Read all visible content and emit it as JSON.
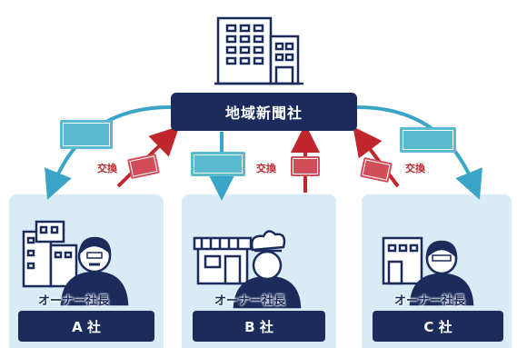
{
  "hub": {
    "label": "地域新聞社"
  },
  "exchange_label": "交換",
  "companies": [
    {
      "owner_label": "オーナー社長",
      "name": "A 社"
    },
    {
      "owner_label": "オーナー社長",
      "name": "B 社"
    },
    {
      "owner_label": "オーナー社長",
      "name": "C 社"
    }
  ],
  "colors": {
    "navy": "#1b2c5c",
    "teal": "#3aa5c7",
    "red": "#c0272d",
    "panel": "#d9ecf5"
  },
  "icons": [
    "office-building-icon",
    "company-building-icon",
    "shop-icon",
    "businessman-icon",
    "chef-icon"
  ]
}
